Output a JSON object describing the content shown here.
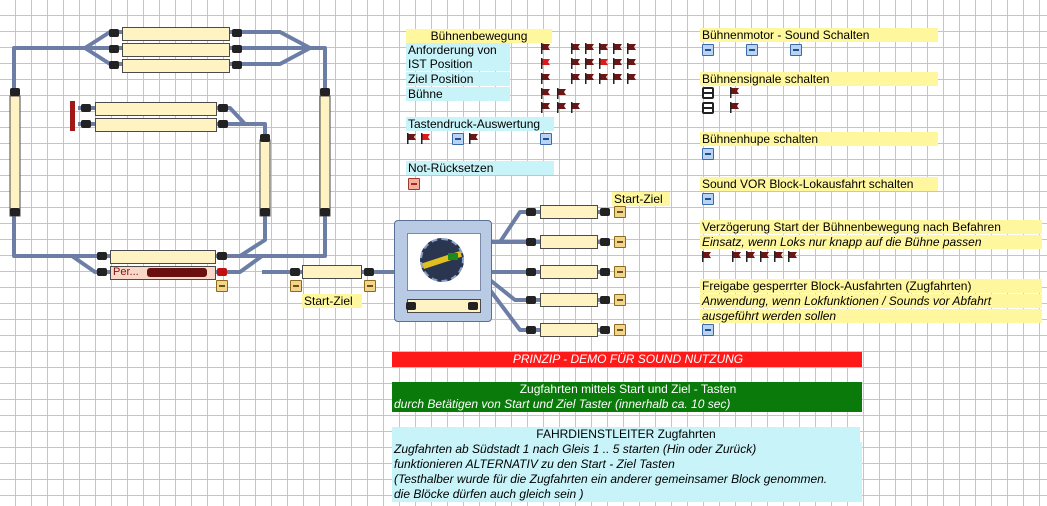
{
  "panels": {
    "buehnenbewegung": {
      "title": "Bühnenbewegung",
      "rows": [
        "Anforderung von",
        "IST Position",
        "Ziel Position",
        "Bühne"
      ]
    },
    "tastendruck": {
      "title": "Tastendruck-Auswertung"
    },
    "not_ruecksetzen": {
      "title": "Not-Rücksetzen"
    },
    "start_ziel_top": {
      "label": "Start-Ziel"
    },
    "start_ziel_bottom": {
      "label": "Start-Ziel"
    },
    "motor_sound": {
      "title": "Bühnenmotor - Sound Schalten"
    },
    "signale": {
      "title": "Bühnensignale schalten"
    },
    "hupe": {
      "title": "Bühnenhupe schalten"
    },
    "sound_vor": {
      "title": "Sound VOR Block-Lokausfahrt schalten"
    },
    "verzoegerung": {
      "title": "Verzögerung Start der Bühnenbewegung nach Befahren",
      "desc": "Einsatz, wenn Loks nur knapp auf die Bühne passen"
    },
    "freigabe": {
      "title": "Freigabe gesperrter Block-Ausfahrten (Zugfahrten)",
      "desc1": "Anwendung, wenn Lokfunktionen / Sounds vor Abfahrt",
      "desc2": "ausgeführt werden sollen"
    }
  },
  "layout": {
    "block_train_label": "Per..."
  },
  "info": {
    "prinzip": "PRINZIP - DEMO FÜR SOUND NUTZUNG",
    "zugfahrten_title": "Zugfahrten mittels Start und Ziel - Tasten",
    "zugfahrten_desc": "durch Betätigen von Start und Ziel Taster (innerhalb ca. 10 sec)",
    "fdl_title": "FAHRDIENSTLEITER    Zugfahrten",
    "fdl_line1": "Zugfahrten ab Südstadt 1 nach Gleis 1 .. 5 starten (Hin oder Zurück)",
    "fdl_line2": "funktionieren ALTERNATIV zu den Start - Ziel Tasten",
    "fdl_line3": "(Testhalber wurde für die Zugfahrten ein anderer gemeinsamer Block genommen.",
    "fdl_line4": "die Blöcke dürfen auch gleich sein )"
  },
  "colors": {
    "track": "#6d7ea6",
    "block": "#fff3c4",
    "flag_red": "#e0191a",
    "flag_dark": "#6b1515"
  }
}
